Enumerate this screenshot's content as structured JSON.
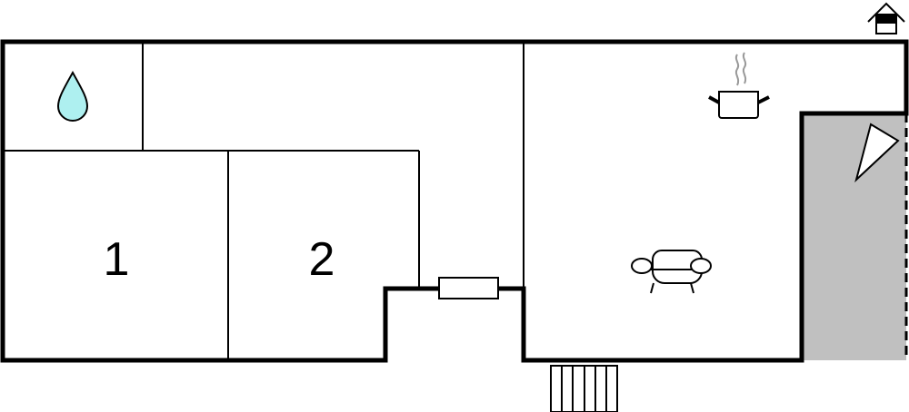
{
  "rooms": [
    {
      "id": "bathroom",
      "icon": "water-drop-icon"
    },
    {
      "id": "hallway"
    },
    {
      "id": "bedroom-1",
      "label": "1"
    },
    {
      "id": "bedroom-2",
      "label": "2"
    },
    {
      "id": "living-kitchen",
      "icons": [
        "cooking-pot-icon",
        "sofa-icon"
      ]
    },
    {
      "id": "terrace",
      "icon": "parasol-icon"
    }
  ],
  "features": [
    "entrance-stairs",
    "window",
    "house-orientation-icon"
  ],
  "colors": {
    "wall": "#000000",
    "terrace": "#c0c0c0",
    "water": "#aef0f0",
    "steam": "#999999"
  }
}
